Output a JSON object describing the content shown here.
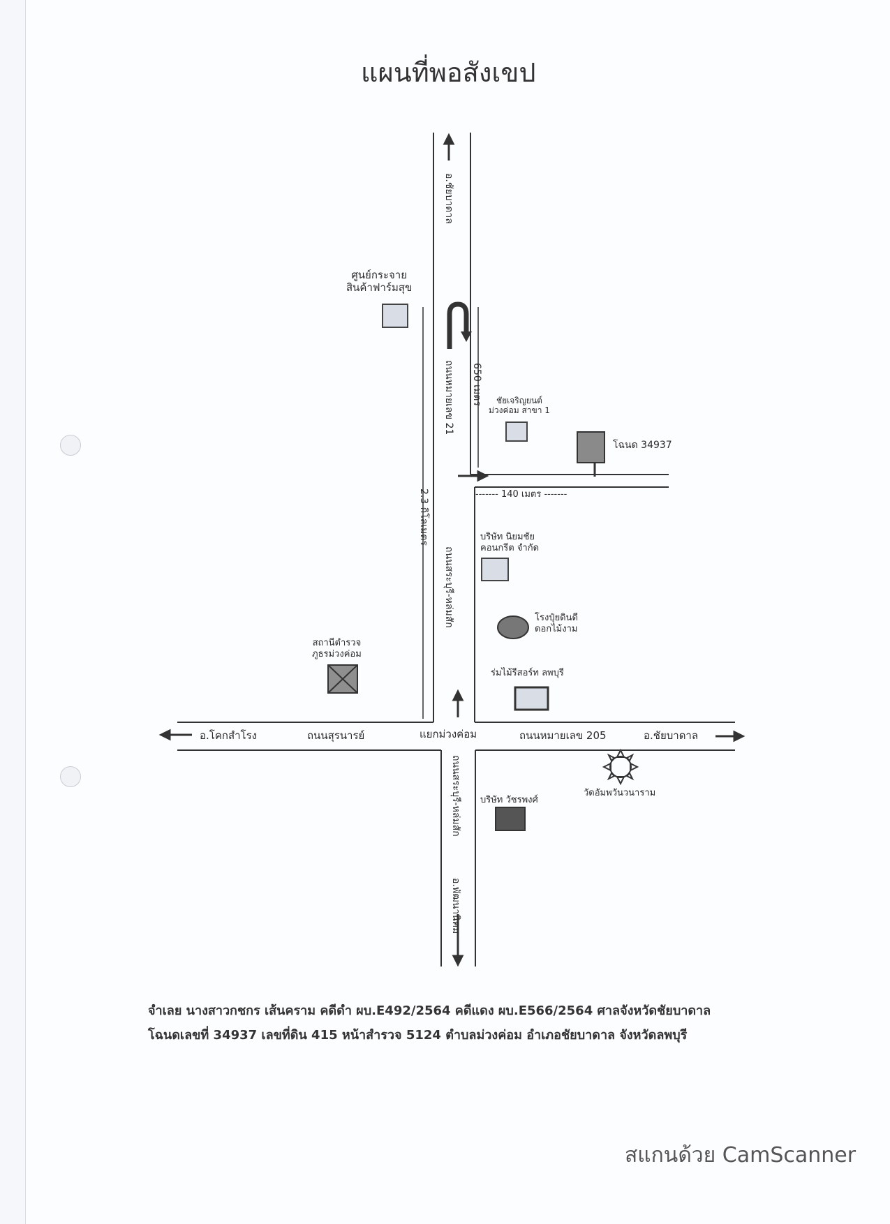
{
  "title": "แผนที่พอสังเขป",
  "directions": {
    "north": "อ.ชัยบาดาล",
    "south": "อ.พัฒนานิคม",
    "west": "อ.โคกสำโรง",
    "east": "อ.ชัยบาดาล"
  },
  "roads": {
    "highway_21": "ถนนหมายเลข 21",
    "saraburi_lomsak_north": "ถนนสระบุรี-หล่มสัก",
    "saraburi_lomsak_south": "ถนนสระบุรี-หล่มสัก",
    "surana": "ถนนสุรนารย์",
    "highway_205": "ถนนหมายเลข 205",
    "junction": "แยกม่วงค่อม"
  },
  "distances": {
    "d650": "650 เมตร",
    "d140": "------- 140 เมตร -------",
    "d23": "2.3 กิโลเมตร"
  },
  "landmarks": {
    "farm_center": "ศูนย์กระจาย\nสินค้าฟาร์มสุข",
    "chaicharoen": "ชัยเจริญยนต์\nม่วงค่อม สาขา 1",
    "deed": "โฉนด 34937",
    "niyomchai": "บริษัท นิยมชัย\nคอนกรีต จำกัด",
    "fertilizer": "โรงปุ๋ยดินดี\nดอกไม้งาม",
    "resort": "ร่มไม้รีสอร์ท ลพบุรี",
    "police": "สถานีตำรวจ\nภูธรม่วงค่อม",
    "watcharaphong": "บริษัท วัชรพงศ์",
    "temple": "วัดอัมพวันวนาราม"
  },
  "footer": {
    "line1": "จำเลย นางสาวกชกร เส้นคราม  คดีดำ ผบ.E492/2564  คดีแดง ผบ.E566/2564 ศาลจังหวัดชัยบาดาล",
    "line2": "โฉนดเลขที่ 34937 เลขที่ดิน 415 หน้าสำรวจ 5124 ตำบลม่วงค่อม อำเภอชัยบาดาล จังหวัดลพบุรี"
  },
  "watermark": "สแกนด้วย CamScanner",
  "colors": {
    "line": "#333333",
    "fill_light": "#d9dde6",
    "fill_dark": "#6d6d6d"
  }
}
